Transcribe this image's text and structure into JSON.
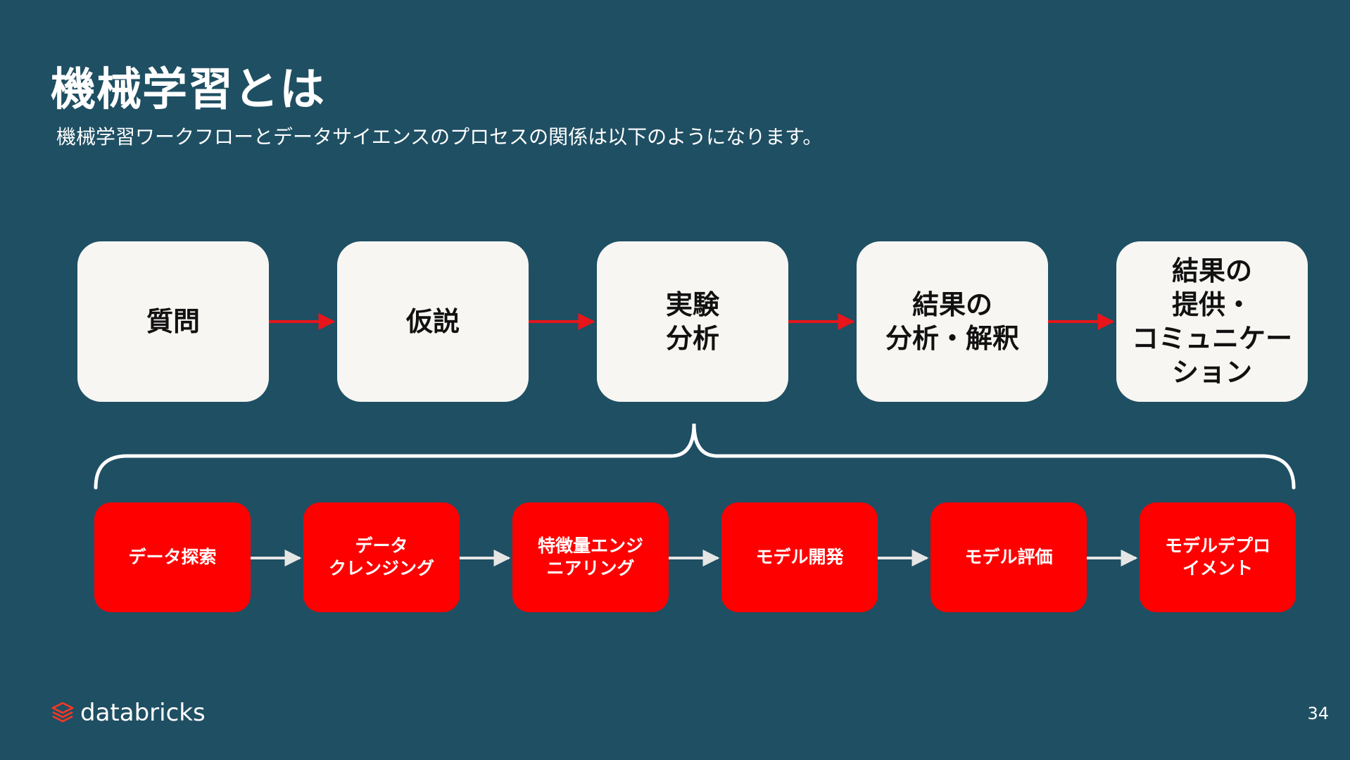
{
  "colors": {
    "background": "#1f4f63",
    "process_box": "#f7f6f2",
    "workflow_box": "#ff0000",
    "process_arrow": "#e8151b",
    "workflow_arrow": "#e6e6e6",
    "brace": "#ffffff"
  },
  "title": "機械学習とは",
  "subtitle": "機械学習ワークフローとデータサイエンスのプロセスの関係は以下のようになります。",
  "process_steps": [
    "質問",
    "仮説",
    "実験\n分析",
    "結果の\n分析・解釈",
    "結果の\n提供・\nコミュニケー\nション"
  ],
  "workflow_steps": [
    "データ探索",
    "データ\nクレンジング",
    "特徴量エンジ\nニアリング",
    "モデル開発",
    "モデル評価",
    "モデルデプロ\nイメント"
  ],
  "footer": {
    "logo_icon": "databricks-layers-icon",
    "brand": "databricks",
    "page_number": "34"
  }
}
